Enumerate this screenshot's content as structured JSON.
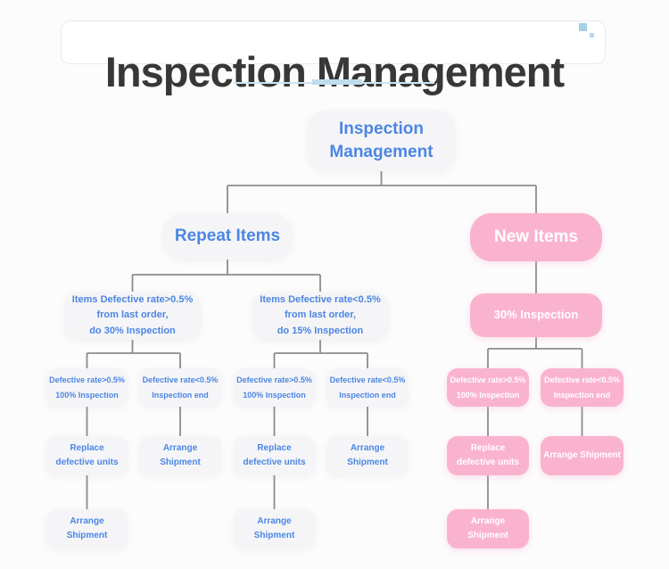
{
  "header": {
    "title": "Inspection Management"
  },
  "colors": {
    "accent_blue": "#4c86e4",
    "node_gray_bg": "#f5f5f7",
    "node_pink_bg": "#fab3cf",
    "connector_gray": "#8c8c8c",
    "underline_blue": "#bedcee",
    "decor_square_blue": "#a5d0e6",
    "title_dark": "#373737"
  },
  "nodes": {
    "root": "Inspection\nManagement",
    "repeat_items": "Repeat Items",
    "new_items": "New Items",
    "repeat_high": "Items Defective rate>0.5%\nfrom last order,\ndo 30% Inspection",
    "repeat_low": "Items Defective rate<0.5%\nfrom last order,\ndo 15% Inspection",
    "new_inspection": "30% Inspection",
    "defective_high": "Defective rate>0.5%\n100% Inspection",
    "defective_low": "Defective rate<0.5%\nInspection end",
    "replace_units": "Replace\ndefective units",
    "arrange_shipment": "Arrange Shipment"
  }
}
